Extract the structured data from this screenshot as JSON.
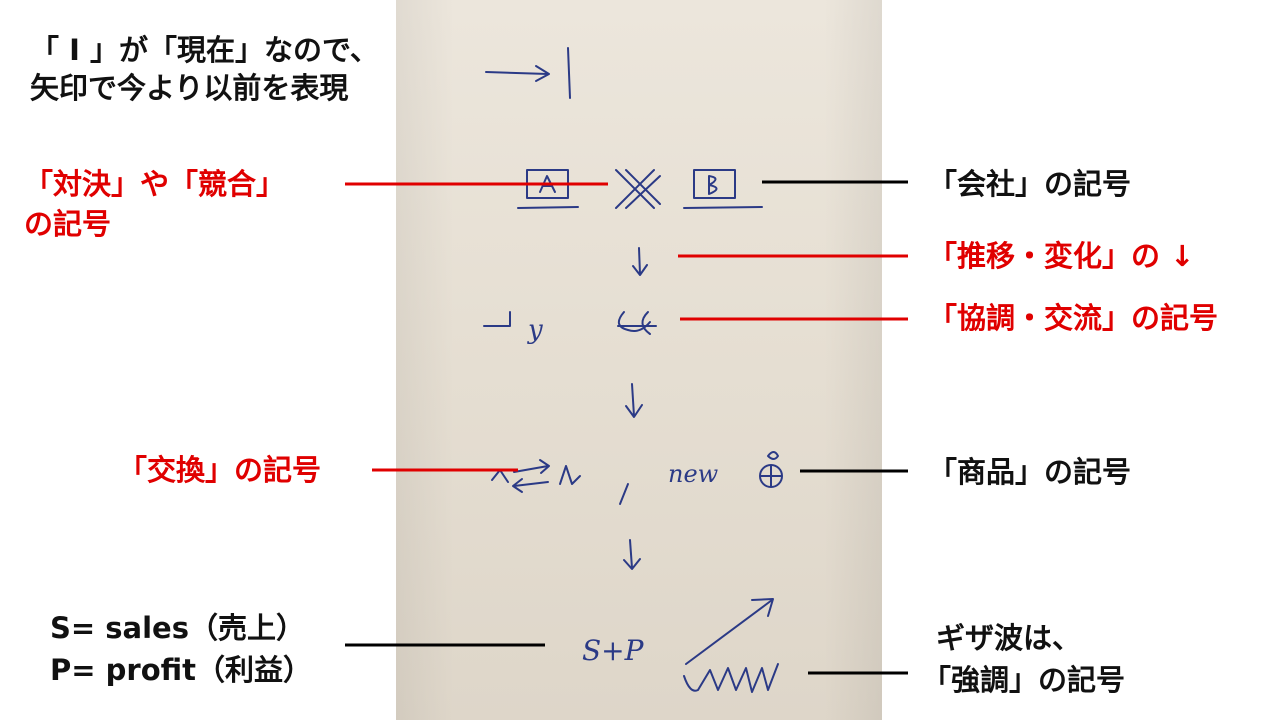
{
  "annotations": {
    "intro_line1": "「 I 」が「現在」なので、",
    "intro_line2": "矢印で今より以前を表現",
    "versus_line1": "「対決」や「競合」",
    "versus_line2": "の記号",
    "company": "「会社」の記号",
    "change": "「推移・変化」の ↓",
    "cooperation": "「協調・交流」の記号",
    "exchange": "「交換」の記号",
    "product": "「商品」の記号",
    "sp_line1": "S= sales（売上）",
    "sp_line2": "P= profit（利益）",
    "zigzag_line1": "ギザ波は、",
    "zigzag_line2": "「強調」の記号"
  },
  "sketch": {
    "y_text": "y",
    "new_text": "new",
    "sp_text": "S+P"
  },
  "colors": {
    "red": "#e00000",
    "ink": "#2b3a86",
    "paper": "#e6dfd3"
  }
}
